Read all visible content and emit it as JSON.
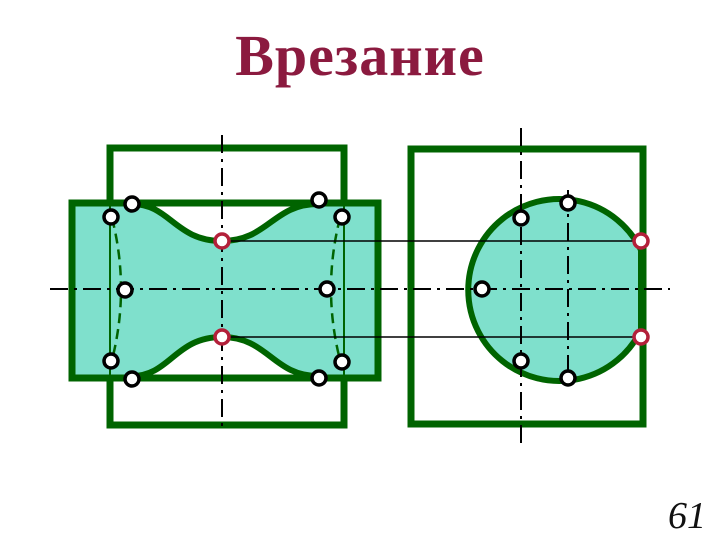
{
  "slide": {
    "title": "Врезание",
    "page_number": "61"
  },
  "colors": {
    "title": "#8b1a3f",
    "outline": "#006400",
    "fill": "#7fe0cc",
    "point_regular": "#000000",
    "point_highlight": "#b3203a",
    "axis": "#000000"
  },
  "legend_icons": {
    "regular_point": "hollow-circle-black",
    "highlight_point": "hollow-circle-red"
  }
}
